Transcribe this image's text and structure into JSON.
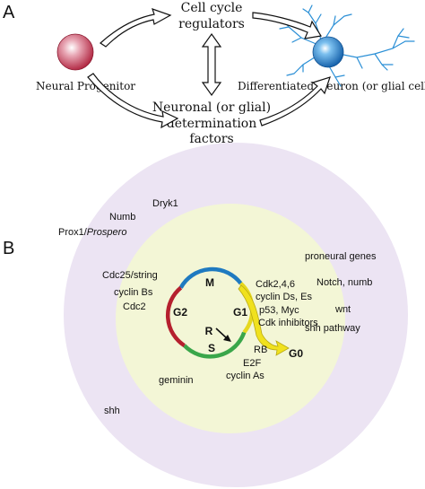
{
  "panel_a": {
    "label": "A",
    "cell_cycle_regulators": [
      "Cell cycle",
      "regulators"
    ],
    "neural_progenitor": "Neural Progenitor",
    "differentiated_neuron": "Differentiated Neuron (or glial cell)",
    "determination_factors": [
      "Neuronal (or glial)",
      "determination",
      "factors"
    ],
    "colors": {
      "progenitor_cell": "#b0243f",
      "neuron_cell": "#1a78c8",
      "neurite": "#2a8fd6"
    }
  },
  "panel_b": {
    "label": "B",
    "outer_ring_labels": {
      "dryk1": "Dryk1",
      "numb": "Numb",
      "prox1_prefix": "Prox1/",
      "prox1_italic": "Prospero",
      "shh": "shh"
    },
    "right_labels": [
      "proneural genes",
      "Notch, numb",
      "wnt",
      "shh pathway"
    ],
    "cycle_phases": {
      "m": "M",
      "g1": "G1",
      "g2": "G2",
      "s": "S",
      "g0": "G0",
      "r": "R"
    },
    "left_inner_labels": [
      "Cdc25/string",
      "cyclin Bs",
      "Cdc2"
    ],
    "g1_factors": [
      "Cdk2,4,6",
      "cyclin Ds, Es",
      "p53, Myc",
      "Cdk inhibitors"
    ],
    "g1s_factors": [
      "RB",
      "E2F",
      "cyclin As"
    ],
    "geminin": "geminin",
    "colors": {
      "outer_disc": "#ece4f3",
      "inner_disc": "#f3f6d6",
      "m_phase": "#1f7ac0",
      "g1_phase": "#e6d81f",
      "s_phase": "#3aa64a",
      "g2_phase": "#b5202e",
      "g0_arrow": "#f0e11e"
    }
  }
}
